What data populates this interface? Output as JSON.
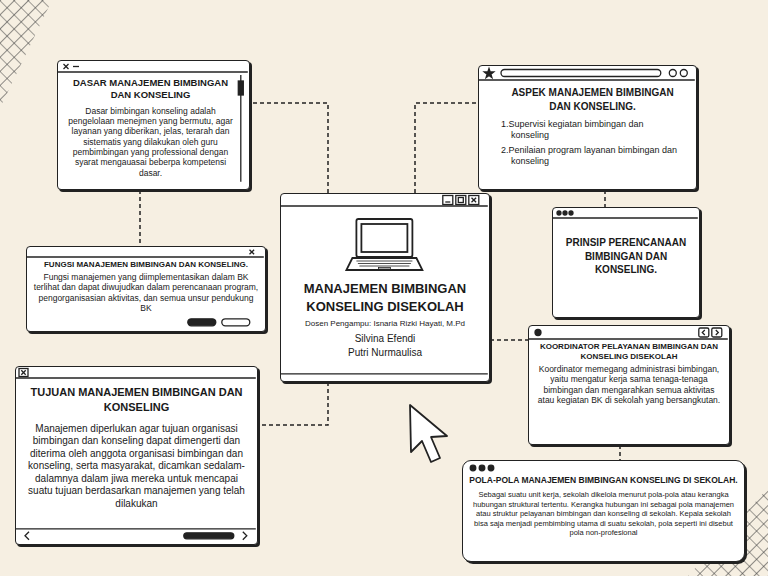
{
  "diagram": {
    "nodes": [
      {
        "text": [
          "DASAR MANAJEMEN BIMBINGAN DAN KONSELING",
          "Dasar bimbingan konseling adalah pengelolaan menejmen yang bermutu, agar layanan yang diberikan, jelas, terarah dan sistematis yang dilakukan oleh guru pembimbingan yang professional dengan syarat mengauasai beberpa kompetensi dasar."
        ]
      },
      {
        "text": [
          "ASPEK MANAJEMEN BIMBINGAN DAN KONSELING.",
          "1.Supervisi kegiatan bimbingan dan konseling",
          "2.Penilaian program layanan bimbingan dan konseling"
        ]
      },
      {
        "text": [
          "MANAJEMEN BIMBINGAN KONSELING DISEKOLAH",
          "Dosen Pengampu: Isnaria Rizki Hayati, M.Pd",
          "Silvina Efendi",
          "Putri Nurmaulisa"
        ]
      },
      {
        "text": [
          "PRINSIP PERENCANAAN BIMBINGAN DAN KONSELING."
        ]
      },
      {
        "text": [
          "FUNGSI MANAJEMEN BIMBINGAN DAN KONSELING.",
          "Fungsi manajemen yang diimplementasikan dalam BK terlihat dan dapat diwujudkan dalam perencanaan program, pengorganisasian aktivitas, dan semua unsur pendukung BK"
        ]
      },
      {
        "text": [
          "KOORDINATOR PELAYANAN BIMBINGAN DAN KONSELING DISEKOLAH",
          "Koordinator memegang administrasi bimbingan, yaitu mengatur kerja sama tenaga-tenaga bimbingan dan mengarahkan semua aktivitas atau kegiatan BK di sekolah yang bersangkutan."
        ]
      },
      {
        "text": [
          "TUJUAN MANAJEMEN BIMBINGAN DAN KONSELING",
          "Manajemen diperlukan agar tujuan organisasi bimbingan dan konseling dapat dimengerti dan diterima oleh anggota organisasi bimbingan dan konseling, serta masyarakat, dicamkan sedalam-dalamnya dalam jiwa mereka untuk mencapai suatu tujuan berdasarkan manajemen yang telah dilakukan"
        ]
      },
      {
        "text": [
          "POLA-POLA MANAJEMEN BIMBINGAN KONSELING DI SEKOLAH.",
          "Sebagai suatu unit kerja, sekolah dikelola menurut pola-pola atau kerangka hubungan struktural tertentu. Kerangka hubungan ini sebagai pola manajemen atau struktur pelayanan bimbingan dan konseling di sekolah. Kepala sekolah bisa saja menjadi pembimbing utama di suatu sekolah, pola seperti ini disebut pola non-profesional"
        ]
      }
    ],
    "edges": [
      {
        "from": 2,
        "to": 0,
        "arrow": "none"
      },
      {
        "from": 2,
        "to": 1,
        "arrow": "none"
      },
      {
        "from": 0,
        "to": 4,
        "arrow": "none"
      },
      {
        "from": 1,
        "to": 3,
        "arrow": "none"
      },
      {
        "from": 2,
        "to": 5,
        "arrow": "none"
      },
      {
        "from": 2,
        "to": 6,
        "arrow": "none"
      },
      {
        "from": 5,
        "to": 7,
        "arrow": "none"
      }
    ]
  }
}
